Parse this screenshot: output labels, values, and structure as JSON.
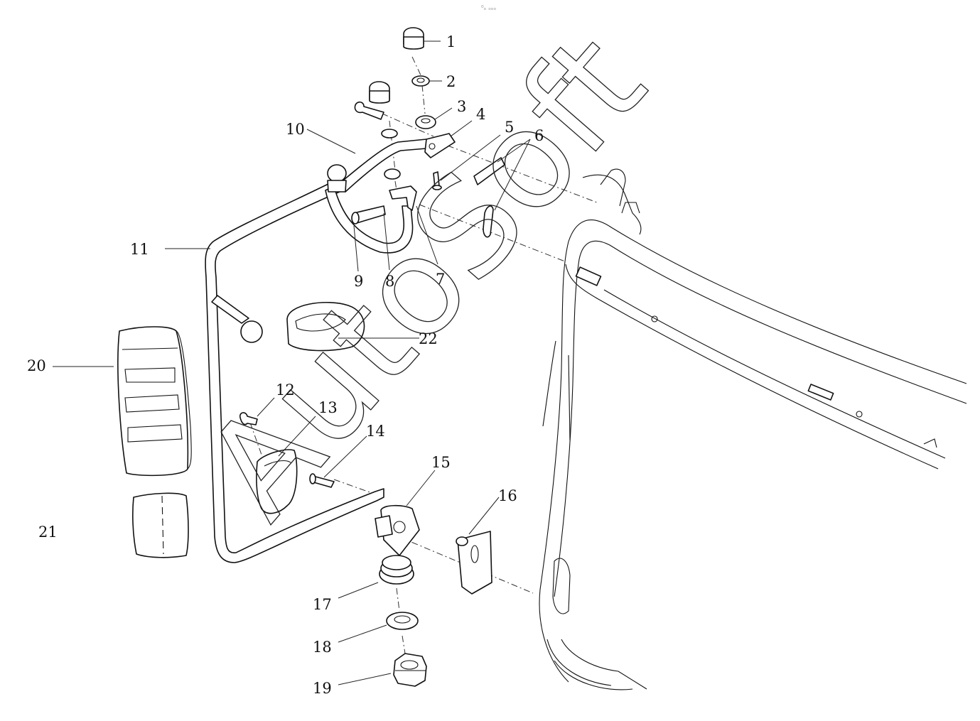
{
  "watermark": "AutoSoft",
  "top_mark": "⁰ₒ ₒₒₒ",
  "callouts": [
    {
      "id": "c1",
      "text": "1"
    },
    {
      "id": "c2",
      "text": "2"
    },
    {
      "id": "c3",
      "text": "3"
    },
    {
      "id": "c4",
      "text": "4"
    },
    {
      "id": "c5",
      "text": "5"
    },
    {
      "id": "c6",
      "text": "6"
    },
    {
      "id": "c7",
      "text": "7"
    },
    {
      "id": "c8",
      "text": "8"
    },
    {
      "id": "c9",
      "text": "9"
    },
    {
      "id": "c10",
      "text": "10"
    },
    {
      "id": "c11",
      "text": "11"
    },
    {
      "id": "c12",
      "text": "12"
    },
    {
      "id": "c13",
      "text": "13"
    },
    {
      "id": "c14",
      "text": "14"
    },
    {
      "id": "c15",
      "text": "15"
    },
    {
      "id": "c16",
      "text": "16"
    },
    {
      "id": "c17",
      "text": "17"
    },
    {
      "id": "c18",
      "text": "18"
    },
    {
      "id": "c19",
      "text": "19"
    },
    {
      "id": "c20",
      "text": "20"
    },
    {
      "id": "c21",
      "text": "21"
    },
    {
      "id": "c22",
      "text": "22"
    }
  ]
}
